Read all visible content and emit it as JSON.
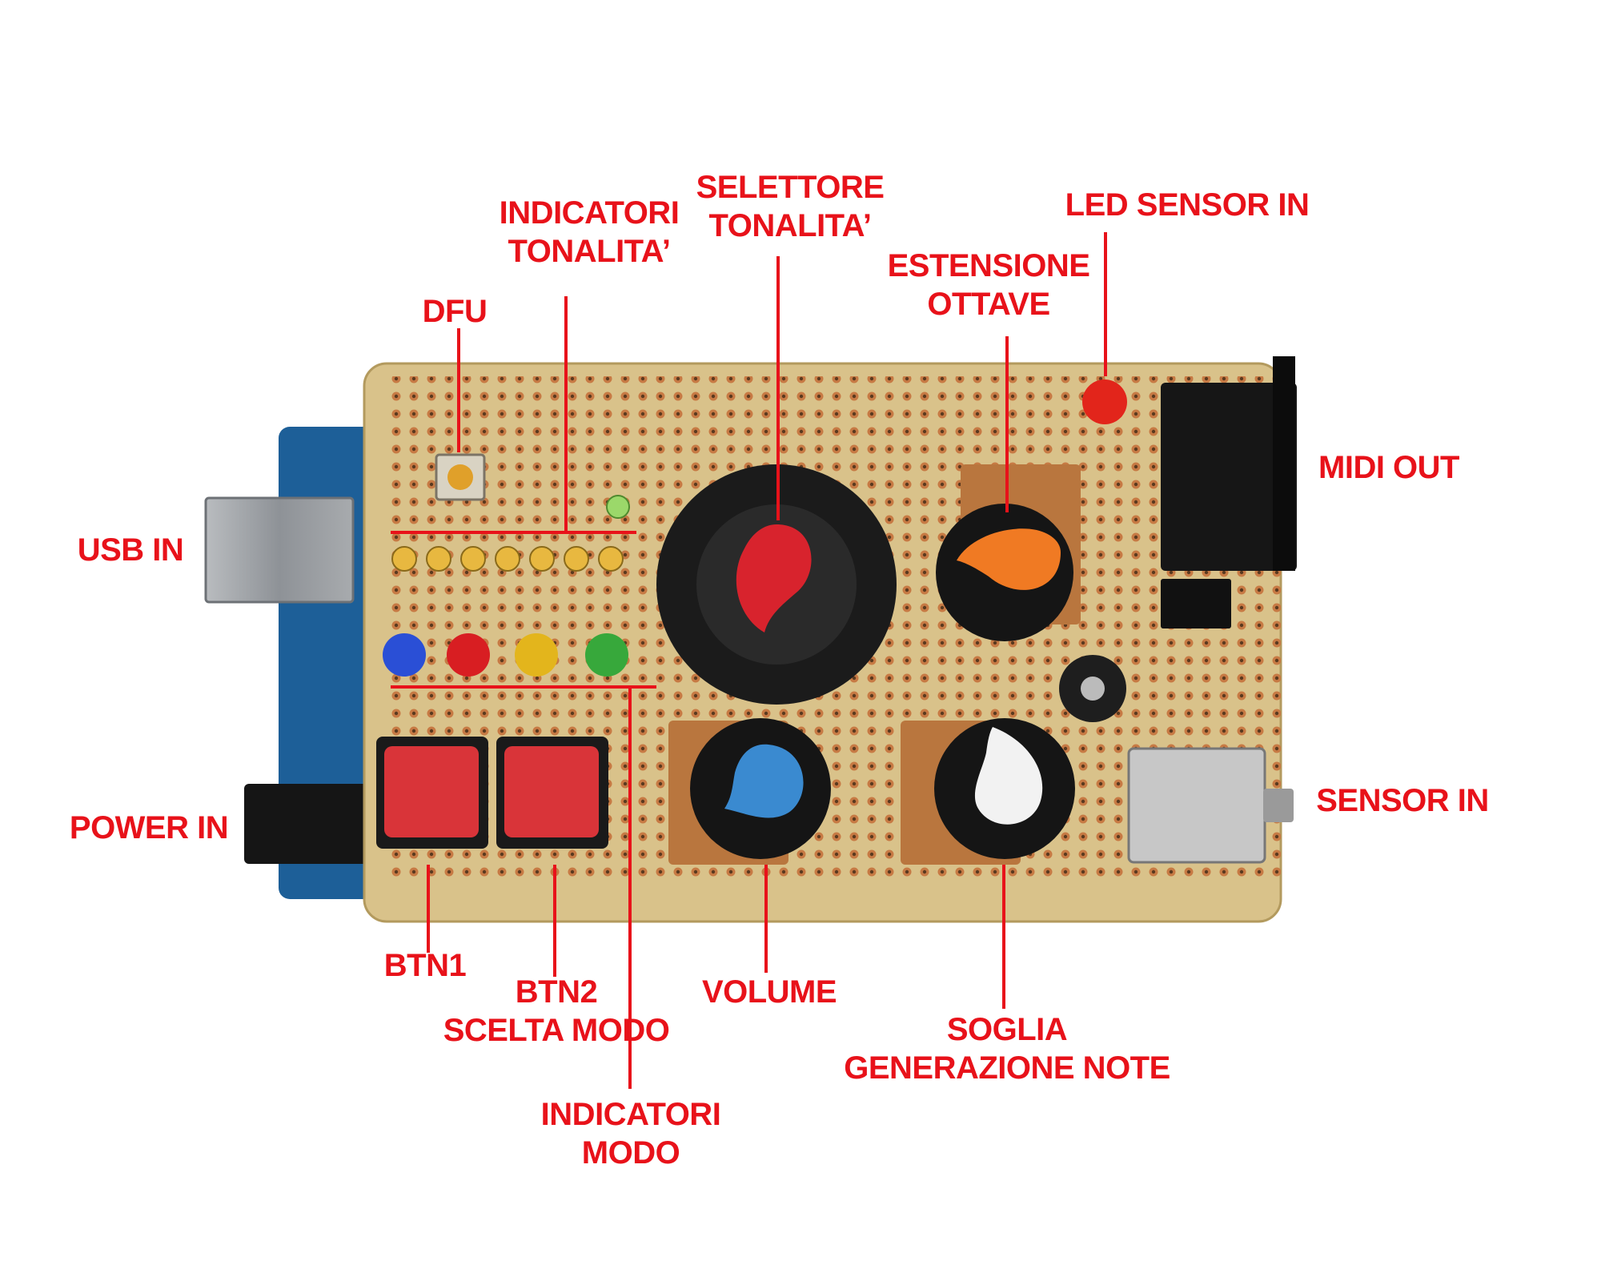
{
  "labels": {
    "indicatori_tonalita": [
      "INDICATORI",
      "TONALITA’"
    ],
    "selettore_tonalita": [
      "SELETTORE",
      "TONALITA’"
    ],
    "led_sensor_in": "LED SENSOR IN",
    "estensione_ottave": [
      "ESTENSIONE",
      "OTTAVE"
    ],
    "dfu": "DFU",
    "usb_in": "USB IN",
    "midi_out": "MIDI OUT",
    "power_in": "POWER IN",
    "sensor_in": "SENSOR IN",
    "btn1": "BTN1",
    "btn2": [
      "BTN2",
      "SCELTA MODO"
    ],
    "volume": "VOLUME",
    "soglia": [
      "SOGLIA",
      "GENERAZIONE NOTE"
    ],
    "indicatori_modo": [
      "INDICATORI",
      "MODO"
    ]
  },
  "colors": {
    "label": "#e8121a",
    "knob_tonalita": "#d8232d",
    "knob_ottave": "#f07a23",
    "knob_volume": "#3a8ad0",
    "knob_soglia": "#f2f2f2",
    "led_blue": "#2a4fd6",
    "led_red": "#d81e22",
    "led_yellow": "#e3b51c",
    "led_green": "#37a83b",
    "button": "#d93439"
  }
}
